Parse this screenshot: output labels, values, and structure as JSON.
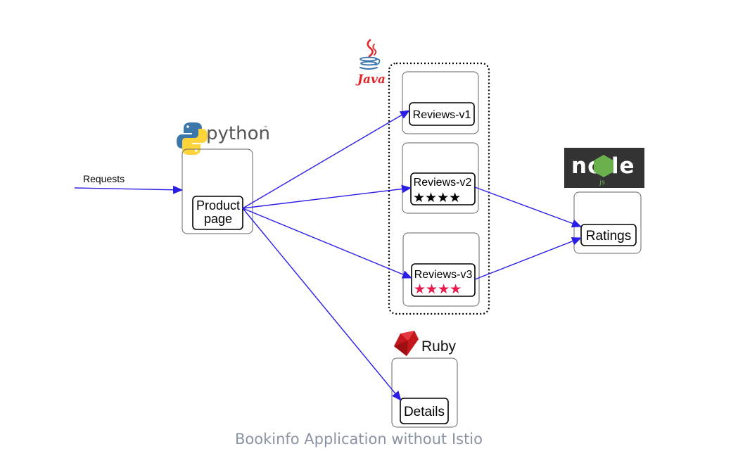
{
  "caption": "Bookinfo Application without Istio",
  "edge_labels": {
    "requests": "Requests"
  },
  "logos": {
    "python": "python",
    "python_tm": "™",
    "java": "Java",
    "ruby": "Ruby",
    "node": "node",
    "node_js": "js"
  },
  "services": {
    "productpage": {
      "line1": "Product",
      "line2": "page"
    },
    "reviews_v1": {
      "label": "Reviews-v1"
    },
    "reviews_v2": {
      "label": "Reviews-v2",
      "stars": "★★★★"
    },
    "reviews_v3": {
      "label": "Reviews-v3",
      "stars": "★★★★"
    },
    "ratings": {
      "label": "Ratings"
    },
    "details": {
      "label": "Details"
    }
  },
  "colors": {
    "arrow": "#2a1ee6",
    "star_v2": "#000000",
    "star_v3": "#e8174a",
    "java": "#e3252a",
    "ruby": "#c4171c",
    "node_bg": "#333333",
    "node_hex": "#6ab04c",
    "python_blue": "#3b77a8",
    "python_yellow": "#ffd43b",
    "caption": "#8a93a3"
  }
}
